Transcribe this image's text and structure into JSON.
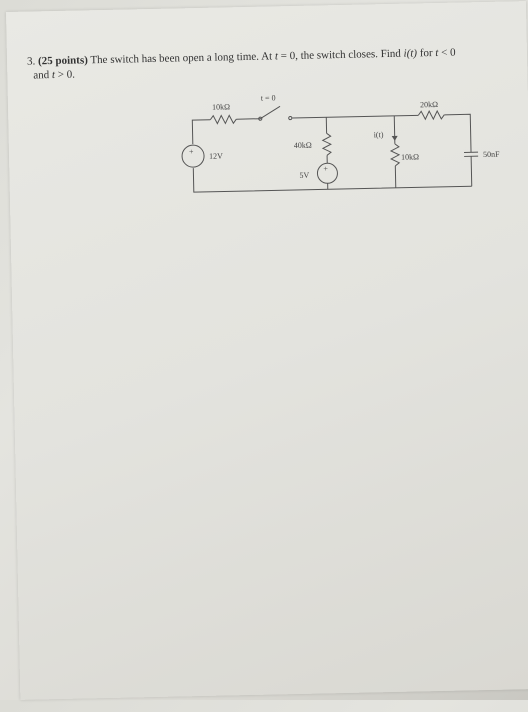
{
  "problem": {
    "number": "3.",
    "points": "(25 points)",
    "text_a": "The switch has been open a long time. At ",
    "t1": "t",
    "text_b": " = 0, the switch closes. Find ",
    "it": "i(t)",
    "text_c": " for ",
    "t2": "t",
    "text_d": " < 0",
    "text_e": "and ",
    "t3": "t",
    "text_f": " > 0."
  },
  "circuit": {
    "r1_label": "10kΩ",
    "switch_label": "t = 0",
    "r2_label": "20kΩ",
    "r3_label": "40kΩ",
    "current_label": "i(t)",
    "r4_label": "10kΩ",
    "c_label": "50nF",
    "v1_label": "12V",
    "v2_label": "5V",
    "v1_sign": "+",
    "v2_sign": "+"
  }
}
